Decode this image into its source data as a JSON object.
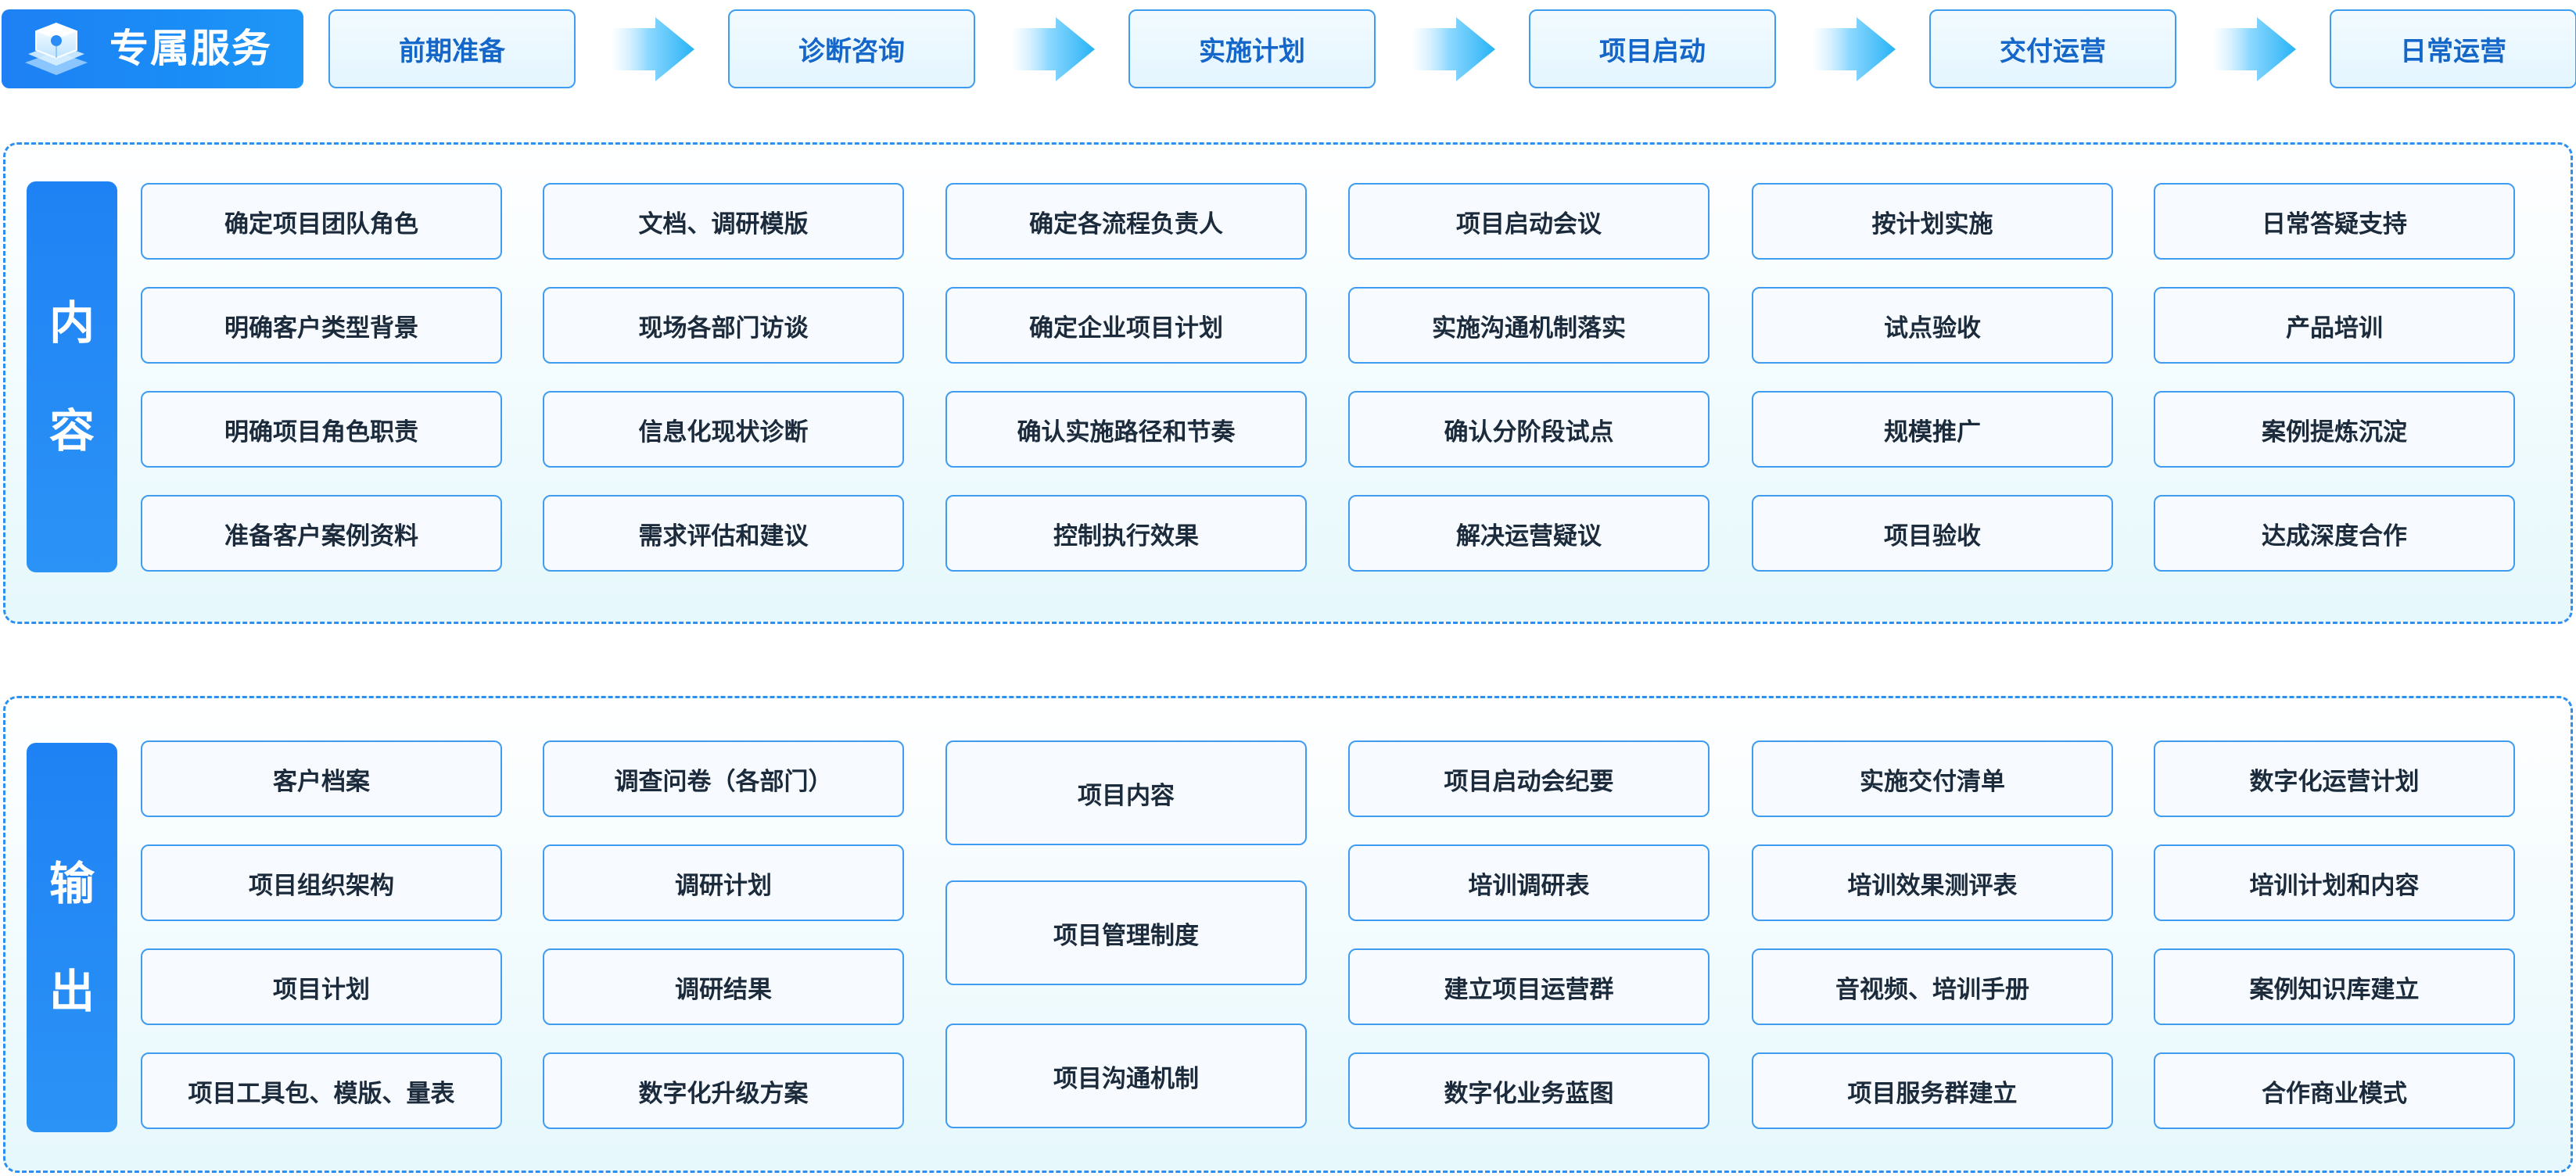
{
  "header": {
    "title": "专属服务",
    "icon": "service-platform-icon",
    "steps": [
      "前期准备",
      "诊断咨询",
      "实施计划",
      "项目启动",
      "交付运营",
      "日常运营"
    ]
  },
  "content_section": {
    "label": [
      "内",
      "容"
    ],
    "columns": [
      [
        "确定项目团队角色",
        "明确客户类型背景",
        "明确项目角色职责",
        "准备客户案例资料"
      ],
      [
        "文档、调研模版",
        "现场各部门访谈",
        "信息化现状诊断",
        "需求评估和建议"
      ],
      [
        "确定各流程负责人",
        "确定企业项目计划",
        "确认实施路径和节奏",
        "控制执行效果"
      ],
      [
        "项目启动会议",
        "实施沟通机制落实",
        "确认分阶段试点",
        "解决运营疑议"
      ],
      [
        "按计划实施",
        "试点验收",
        "规模推广",
        "项目验收"
      ],
      [
        "日常答疑支持",
        "产品培训",
        "案例提炼沉淀",
        "达成深度合作"
      ]
    ]
  },
  "output_section": {
    "label": [
      "输",
      "出"
    ],
    "columns": [
      [
        "客户档案",
        "项目组织架构",
        "项目计划",
        "项目工具包、模版、量表"
      ],
      [
        "调查问卷（各部门）",
        "调研计划",
        "调研结果",
        "数字化升级方案"
      ],
      [
        "项目内容",
        "项目管理制度",
        "项目沟通机制"
      ],
      [
        "项目启动会纪要",
        "培训调研表",
        "建立项目运营群",
        "数字化业务蓝图"
      ],
      [
        "实施交付清单",
        "培训效果测评表",
        "音视频、培训手册",
        "项目服务群建立"
      ],
      [
        "数字化运营计划",
        "培训计划和内容",
        "案例知识库建立",
        "合作商业模式"
      ]
    ]
  },
  "colors": {
    "brand_blue": "#1e80f4",
    "border_blue": "#3f9cf0",
    "step_text": "#1566c9",
    "cell_text": "#1c2b3c"
  }
}
